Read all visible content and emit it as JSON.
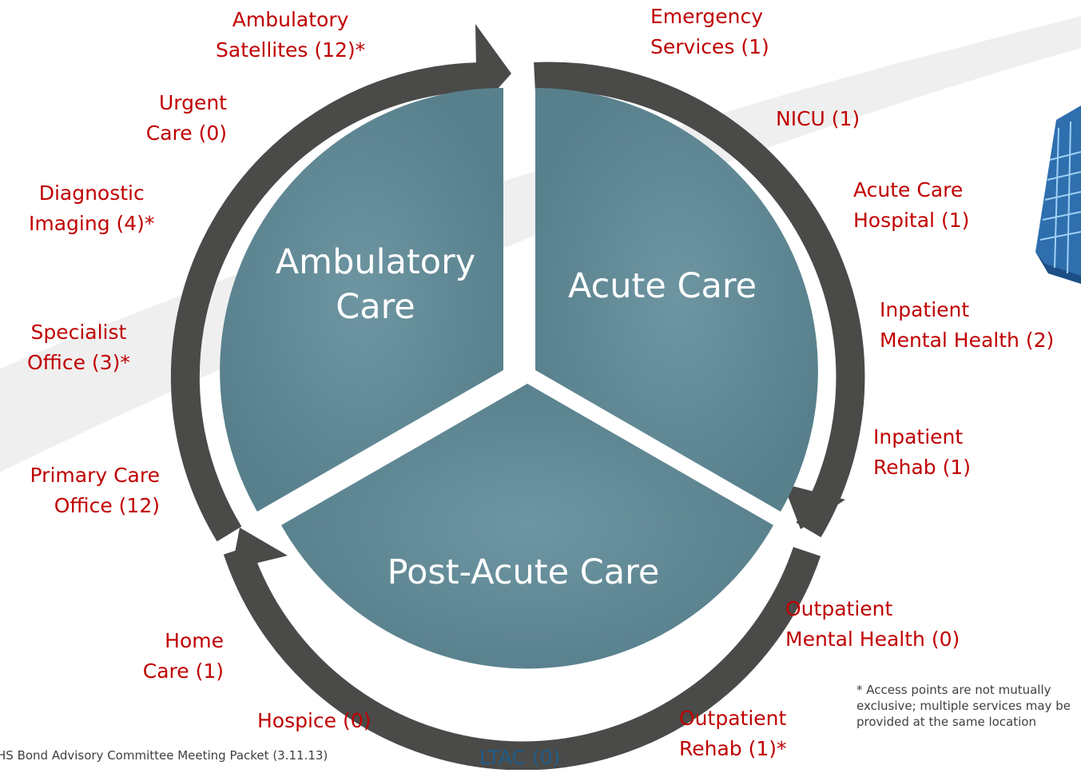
{
  "segments": {
    "ambulatory": "Ambulatory\nCare",
    "acute": "Acute Care",
    "post_acute": "Post-Acute Care"
  },
  "labels": {
    "ambulatory_satellites": "Ambulatory\nSatellites (12)*",
    "urgent_care": "Urgent\nCare (0)",
    "diagnostic_imaging": "Diagnostic\nImaging (4)*",
    "specialist_office": "Specialist\nOffice (3)*",
    "primary_care_office": "Primary Care\nOffice (12)",
    "emergency_services": "Emergency\nServices (1)",
    "nicu": "NICU (1)",
    "acute_care_hospital": "Acute Care\nHospital (1)",
    "inpatient_mental_health": "Inpatient\nMental Health (2)",
    "inpatient_rehab": "Inpatient\nRehab (1)",
    "outpatient_mental_health": "Outpatient\nMental Health (0)",
    "outpatient_rehab": "Outpatient\nRehab (1)*",
    "home_care": "Home\nCare (1)",
    "hospice": "Hospice (0)",
    "ltac": "LTAC (0)"
  },
  "note": "* Access points are not mutually exclusive; multiple services may be provided at the same location",
  "footer": "HS Bond Advisory Committee Meeting Packet (3.11.13)",
  "colors": {
    "segment_fill": "#628a96",
    "arrow": "#4a4a48",
    "label_red": "#c00000",
    "label_blue": "#1f5c8a",
    "swoosh": "#eeeeee"
  }
}
